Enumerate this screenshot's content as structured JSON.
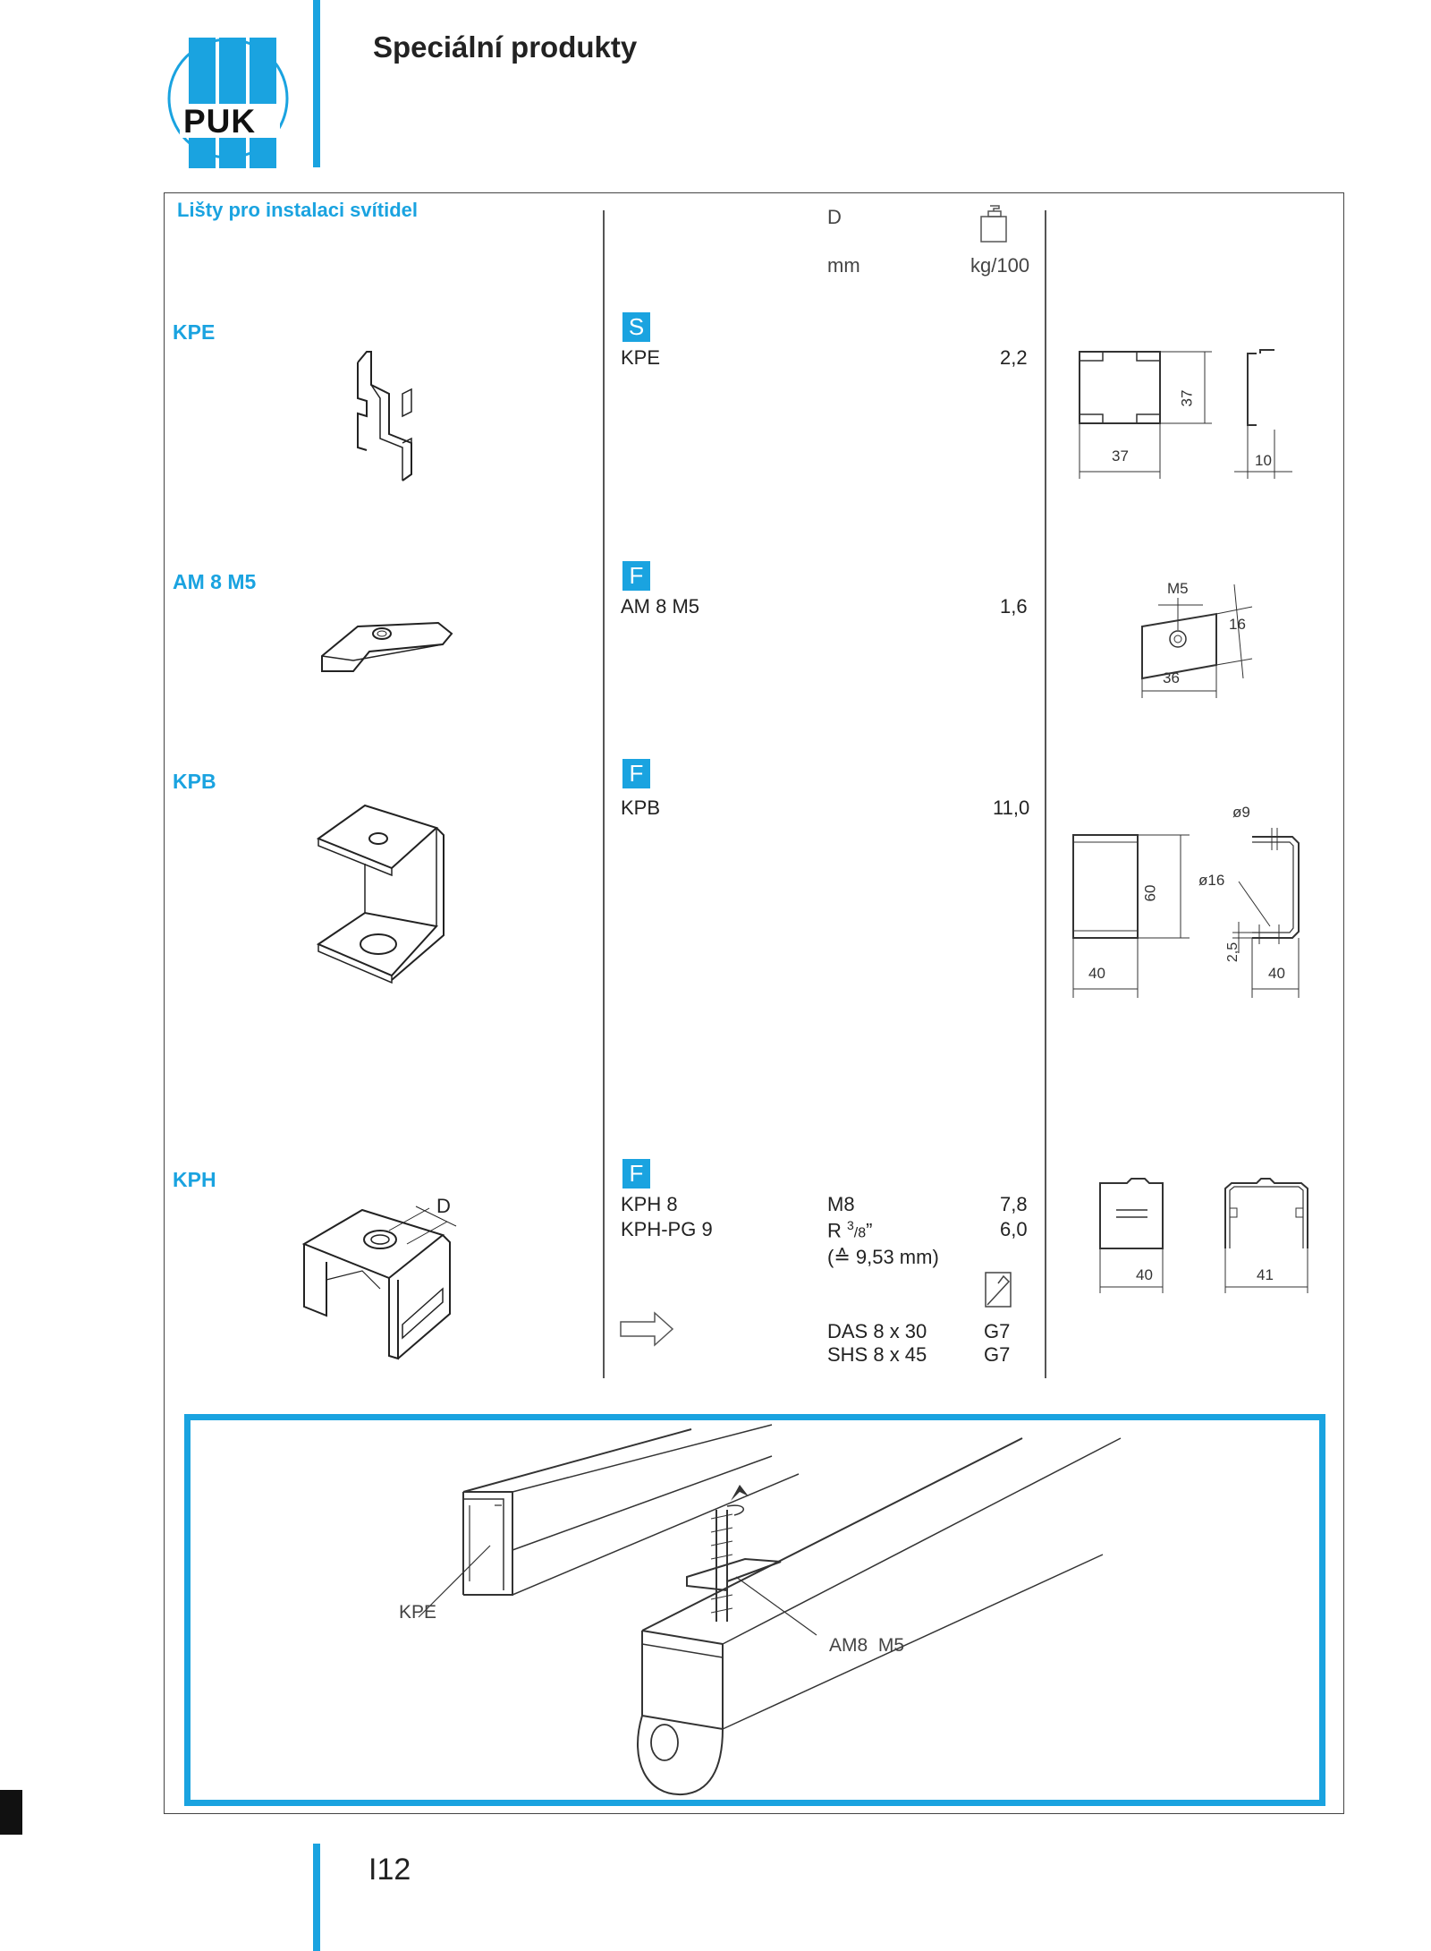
{
  "header": {
    "logo_text": "PUK",
    "title": "Speciální produkty"
  },
  "table": {
    "section_title": "Lišty pro instalaci svítidel",
    "col_d": "D",
    "col_d_unit": "mm",
    "col_weight_unit": "kg/100",
    "weight_icon": "weight-icon"
  },
  "products": [
    {
      "group": "KPE",
      "badge": "S",
      "rows": [
        {
          "name": "KPE",
          "d": "",
          "weight": "2,2"
        }
      ],
      "dims": {
        "w": "37",
        "h": "37",
        "depth": "10"
      }
    },
    {
      "group": "AM 8 M5",
      "badge": "F",
      "rows": [
        {
          "name": "AM 8 M5",
          "d": "",
          "weight": "1,6"
        }
      ],
      "dims": {
        "thread": "M5",
        "w": "36",
        "h": "16"
      }
    },
    {
      "group": "KPB",
      "badge": "F",
      "rows": [
        {
          "name": "KPB",
          "d": "",
          "weight": "11,0"
        }
      ],
      "dims": {
        "hole_small": "ø9",
        "hole_large": "ø16",
        "h": "60",
        "w": "40",
        "w2": "40",
        "t": "2,5"
      }
    },
    {
      "group": "KPH",
      "badge": "F",
      "rows": [
        {
          "name": "KPH 8",
          "d": "M8",
          "weight": "7,8"
        },
        {
          "name": "KPH-PG 9",
          "d_main": "R ",
          "d_sup": "3",
          "d_sub": "/8",
          "d_end": "”",
          "weight": "6,0"
        }
      ],
      "note": "(≙ 9,53 mm)",
      "accessories": [
        {
          "name": "DAS 8 x 30",
          "code": "G7"
        },
        {
          "name": "SHS 8 x 45",
          "code": "G7"
        }
      ],
      "iso_label": "D",
      "dims": {
        "w": "40",
        "w2": "41"
      }
    }
  ],
  "installation": {
    "label_kpe": "KPE",
    "label_am": "AM8  M5"
  },
  "footer": {
    "page_number": "I12"
  }
}
